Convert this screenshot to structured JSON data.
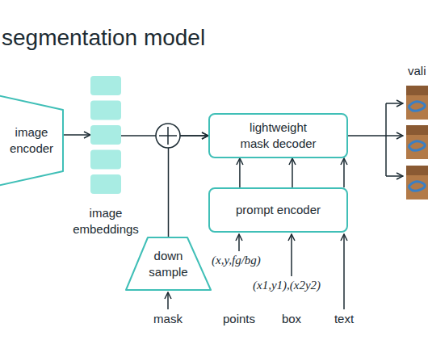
{
  "diagram": {
    "title": "segmentation model",
    "nodes": [
      {
        "text": [
          "image encoder"
        ]
      },
      {
        "text": [
          "image embeddings"
        ]
      },
      {
        "text": [
          "lightweight mask decoder"
        ]
      },
      {
        "text": [
          "prompt encoder"
        ]
      },
      {
        "text": [
          "down sample"
        ]
      }
    ],
    "edges": [
      {
        "from": 0,
        "to": 1,
        "arrow": "to"
      },
      {
        "from": 1,
        "to": 2,
        "arrow": "to"
      },
      {
        "from": 4,
        "to": 2,
        "arrow": "to"
      },
      {
        "from": 3,
        "to": 2,
        "arrow": "to"
      },
      {
        "from": 3,
        "to": 2,
        "arrow": "to"
      },
      {
        "from": 3,
        "to": 2,
        "arrow": "to"
      }
    ],
    "labels": [
      "vali",
      "(x,y,fg/bg)",
      "(x1,y1),(x2y2)",
      "mask",
      "points",
      "box",
      "text"
    ]
  }
}
